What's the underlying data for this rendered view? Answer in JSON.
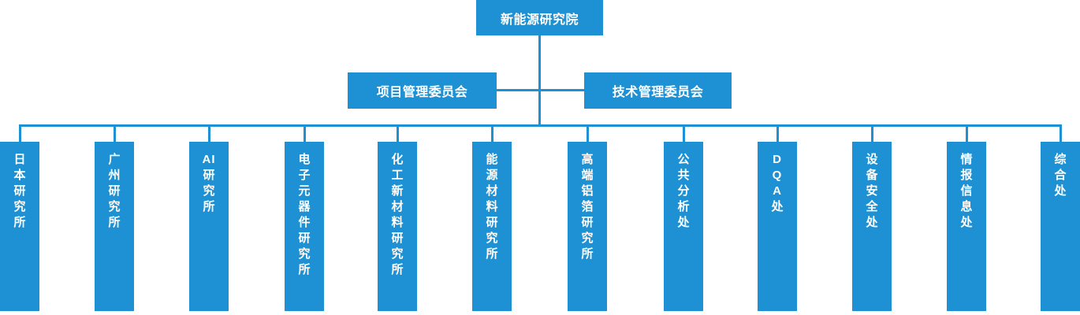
{
  "diagram": {
    "title_node": {
      "label": "新能源研究院"
    },
    "committees": [
      {
        "label": "项目管理委员会"
      },
      {
        "label": "技术管理委员会"
      }
    ],
    "departments": [
      {
        "label": "日本研究所",
        "chars": [
          "日",
          "本",
          "研",
          "究",
          "所"
        ]
      },
      {
        "label": "广州研究所",
        "chars": [
          "广",
          "州",
          "研",
          "究",
          "所"
        ]
      },
      {
        "label": "AI研究所",
        "chars": [
          "AI",
          "研",
          "究",
          "所"
        ],
        "latin": [
          0
        ]
      },
      {
        "label": "电子元器件研究所",
        "chars": [
          "电",
          "子",
          "元",
          "器",
          "件",
          "研",
          "究",
          "所"
        ]
      },
      {
        "label": "化工新材料研究所",
        "chars": [
          "化",
          "工",
          "新",
          "材",
          "料",
          "研",
          "究",
          "所"
        ]
      },
      {
        "label": "能源材料研究所",
        "chars": [
          "能",
          "源",
          "材",
          "料",
          "研",
          "究",
          "所"
        ]
      },
      {
        "label": "高端铝箔研究所",
        "chars": [
          "高",
          "端",
          "铝",
          "箔",
          "研",
          "究",
          "所"
        ]
      },
      {
        "label": "公共分析处",
        "chars": [
          "公",
          "共",
          "分",
          "析",
          "处"
        ]
      },
      {
        "label": "DQA处",
        "chars": [
          "D",
          "Q",
          "A",
          "处"
        ],
        "latin": [
          0,
          1,
          2
        ]
      },
      {
        "label": "设备安全处",
        "chars": [
          "设",
          "备",
          "安",
          "全",
          "处"
        ]
      },
      {
        "label": "情报信息处",
        "chars": [
          "情",
          "报",
          "信",
          "息",
          "处"
        ]
      },
      {
        "label": "综合处",
        "chars": [
          "综",
          "合",
          "处"
        ]
      }
    ],
    "colors": {
      "node_fill": "#1d91d3",
      "node_text": "#ffffff",
      "connector": "#1d91d3",
      "background": "#ffffff"
    }
  }
}
